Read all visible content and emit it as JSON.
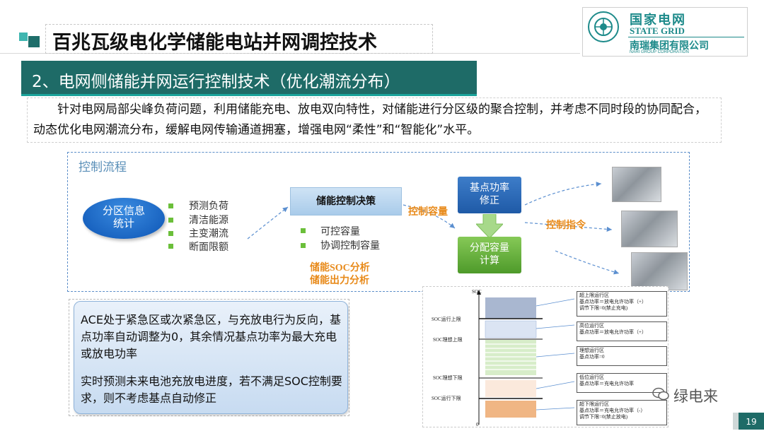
{
  "header": {
    "title": "百兆瓦级电化学储能电站并网调控技术",
    "logo_cn": "国家电网",
    "logo_en": "STATE GRID",
    "logo_nari": "南瑞集团有限公司",
    "logo_nari_en": "NARI GROUP CORPORATION"
  },
  "section": {
    "subtitle": "2、电网侧储能并网运行控制技术（优化潮流分布）",
    "intro": "针对电网局部尖峰负荷问题，利用储能充电、放电双向特性，对储能进行分区级的聚合控制，并考虑不同时段的协同配合，动态优化电网潮流分布，缓解电网传输通道拥塞，增强电网“柔性”和“智能化”水平。"
  },
  "flow": {
    "title": "控制流程",
    "zone_info": "分区信息\n统计",
    "inputs": [
      "预测负荷",
      "清洁能源",
      "主变潮流",
      "断面限额"
    ],
    "decision": "储能控制决策",
    "decision_items": [
      "可控容量",
      "协调控制容量"
    ],
    "analysis": [
      "储能SOC分析",
      "储能出力分析"
    ],
    "control_capacity": "控制容量",
    "base_power": "基点功率\n修正",
    "allocate": "分配容量\n计算",
    "control_command": "控制指令"
  },
  "ace": {
    "p1": "ACE处于紧急区或次紧急区，与充放电行为反向，基点功率自动调整为0，其余情况基点功率为最大充电或放电功率",
    "p2": "实时预测未来电池充放电进度，若不满足SOC控制要求，则不考虑基点自动修正"
  },
  "soc": {
    "axis_top": "SOC",
    "axis_zero": "0",
    "left_labels": [
      "SOC运行上限",
      "SOC理想上限",
      "SOC理想下限",
      "SOC运行下限"
    ],
    "zones": [
      {
        "title": "超上限运行区",
        "lines": [
          "基点功率＝放电允许功率（+）",
          "调节下限=0(禁止充电)"
        ]
      },
      {
        "title": "高位运行区",
        "lines": [
          "基点功率＝放电允许功率（+）"
        ]
      },
      {
        "title": "理想运行区",
        "lines": [
          "基点功率=0"
        ]
      },
      {
        "title": "低位运行区",
        "lines": [
          "基点功率＝充电允许功率"
        ]
      },
      {
        "title": "超下限运行区",
        "lines": [
          "基点功率＝充电允许功率（-）",
          "调节下限=0(禁止放电)"
        ]
      }
    ]
  },
  "footer": {
    "page": "19",
    "watermark": "绿电来"
  },
  "colors": {
    "teal_dark": "#1e6b67",
    "teal_light": "#3fb6b0",
    "blue": "#1f5aa7",
    "green": "#4e9a2a",
    "orange": "#e88a1a"
  }
}
